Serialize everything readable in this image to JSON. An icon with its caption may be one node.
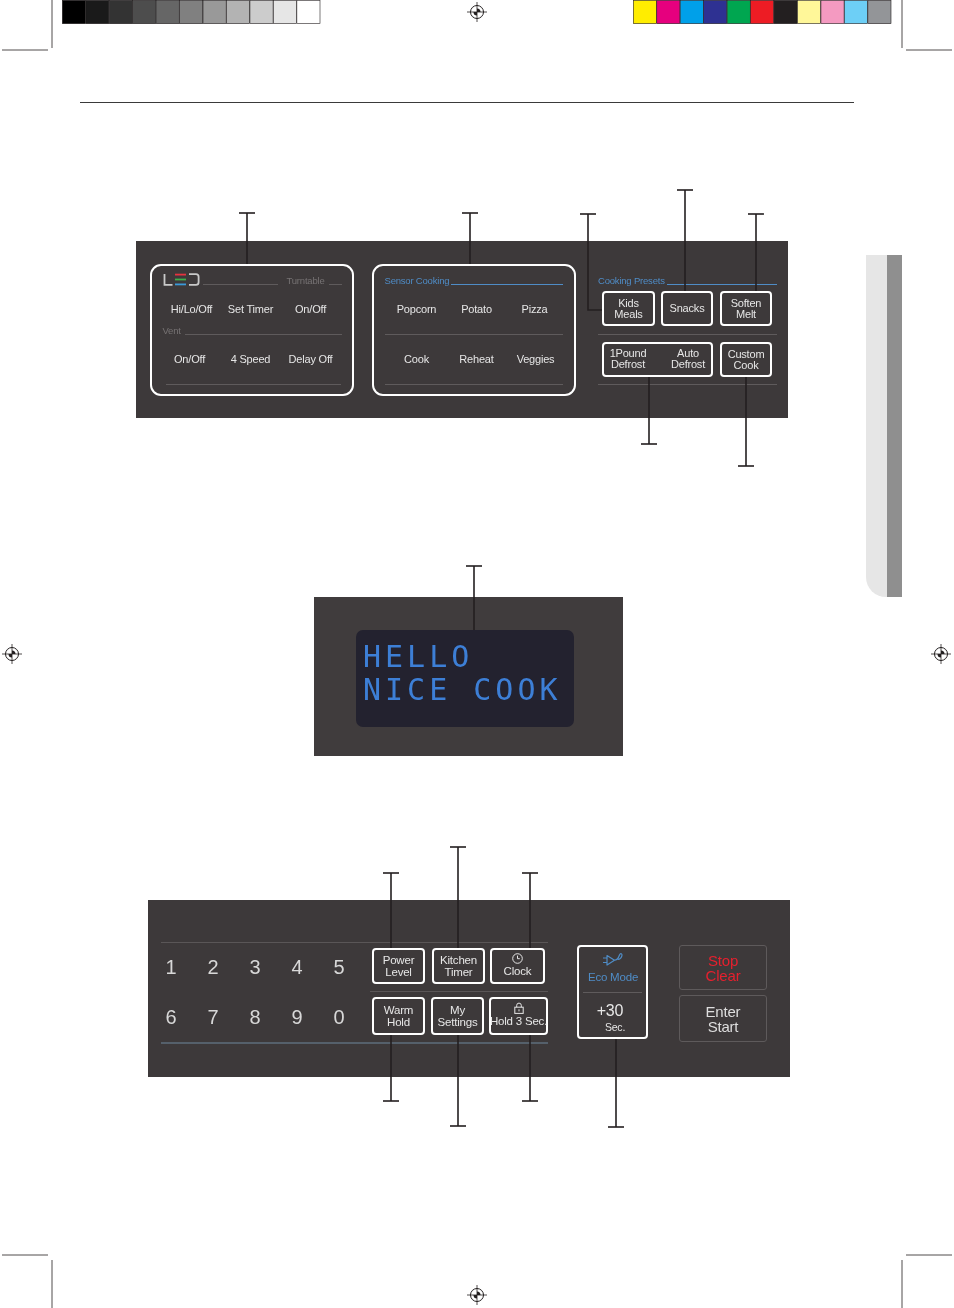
{
  "diagram": {
    "nodes": [
      {
        "text": [
          "Cooking Presets"
        ]
      },
      {
        "text": [
          "Turntable",
          "Hi/Lo/Off",
          "Set Timer",
          "On/Off",
          "Vent",
          "On/Off",
          "4 Speed",
          "Delay Off"
        ],
        "in": 0
      },
      {
        "text": [
          "Sensor Cooking",
          "Popcorn",
          "Potato",
          "Pizza",
          "Cook",
          "Reheat",
          "Veggies"
        ],
        "in": 0
      },
      {
        "text": [
          "Kids Meals"
        ],
        "in": 0
      },
      {
        "text": [
          "Snacks"
        ],
        "in": 0
      },
      {
        "text": [
          "Soften Melt"
        ],
        "in": 0
      },
      {
        "text": [
          "1Pound Defrost",
          "Auto Defrost"
        ],
        "in": 0
      },
      {
        "text": [
          "Custom Cook"
        ],
        "in": 0
      },
      {
        "text": [],
        "shape": "box"
      },
      {
        "text": [
          "HELLO NICE COOK"
        ],
        "in": 8
      },
      {
        "text": [
          "1",
          "2",
          "3",
          "4",
          "5",
          "6",
          "7",
          "8",
          "9",
          "0"
        ]
      },
      {
        "text": [
          "Power Level"
        ],
        "in": 10
      },
      {
        "text": [
          "Kitchen Timer"
        ],
        "in": 10
      },
      {
        "text": [
          "Clock"
        ],
        "in": 10
      },
      {
        "text": [
          "Warm Hold"
        ],
        "in": 10
      },
      {
        "text": [
          "My Settings"
        ],
        "in": 10
      },
      {
        "text": [
          "Hold 3 Sec."
        ],
        "in": 10
      },
      {
        "text": [
          "Eco Mode",
          "+30",
          "Sec."
        ],
        "in": 10
      },
      {
        "text": [
          "Stop Clear"
        ],
        "in": 10
      },
      {
        "text": [
          "Enter Start"
        ],
        "in": 10
      }
    ],
    "edges": [
      {
        "from": null,
        "to": 1,
        "arrow": "other"
      },
      {
        "from": null,
        "to": 2,
        "arrow": "other"
      },
      {
        "from": null,
        "to": 3,
        "arrow": "other"
      },
      {
        "from": null,
        "to": 4,
        "arrow": "other"
      },
      {
        "from": null,
        "to": 5,
        "arrow": "other"
      },
      {
        "from": null,
        "to": 6,
        "arrow": "other"
      },
      {
        "from": null,
        "to": 7,
        "arrow": "other"
      },
      {
        "from": null,
        "to": 9,
        "arrow": "other"
      },
      {
        "from": null,
        "to": 11,
        "arrow": "other"
      },
      {
        "from": null,
        "to": 12,
        "arrow": "other"
      },
      {
        "from": null,
        "to": 13,
        "arrow": "other"
      },
      {
        "from": null,
        "to": 14,
        "arrow": "other"
      },
      {
        "from": null,
        "to": 15,
        "arrow": "other"
      },
      {
        "from": null,
        "to": 16,
        "arrow": "other"
      },
      {
        "from": null,
        "to": 17,
        "arrow": "other"
      }
    ]
  }
}
